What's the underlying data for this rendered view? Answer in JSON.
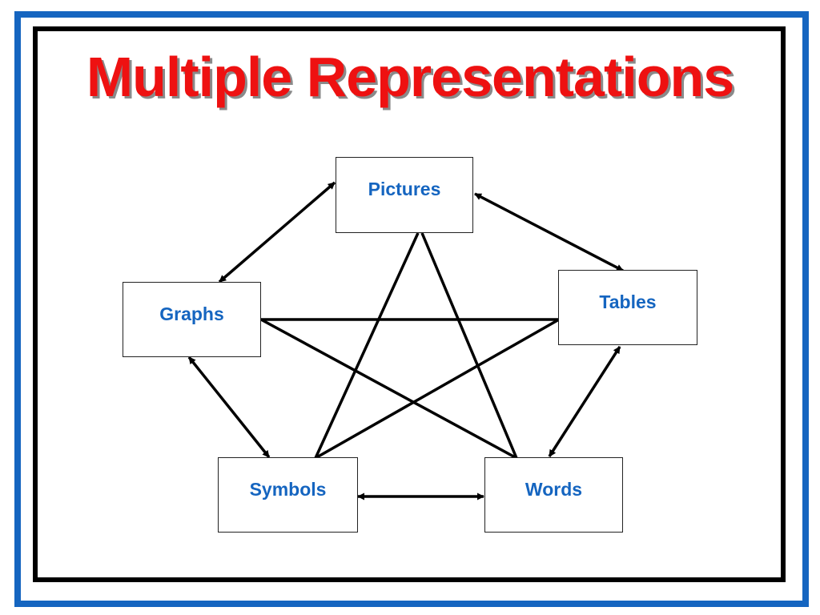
{
  "title": "Multiple Representations",
  "colors": {
    "frame": "#1565C0",
    "title": "#ee1111",
    "label": "#1565C0",
    "line": "#000000"
  },
  "nodes": {
    "pictures": "Pictures",
    "tables": "Tables",
    "graphs": "Graphs",
    "symbols": "Symbols",
    "words": "Words"
  },
  "edges": [
    {
      "from": "pictures",
      "to": "graphs",
      "arrows": "both"
    },
    {
      "from": "pictures",
      "to": "tables",
      "arrows": "both"
    },
    {
      "from": "tables",
      "to": "words",
      "arrows": "both"
    },
    {
      "from": "graphs",
      "to": "symbols",
      "arrows": "both"
    },
    {
      "from": "symbols",
      "to": "words",
      "arrows": "both"
    },
    {
      "from": "pictures",
      "to": "symbols",
      "arrows": "none"
    },
    {
      "from": "pictures",
      "to": "words",
      "arrows": "none"
    },
    {
      "from": "graphs",
      "to": "tables",
      "arrows": "none"
    },
    {
      "from": "graphs",
      "to": "words",
      "arrows": "none"
    },
    {
      "from": "tables",
      "to": "symbols",
      "arrows": "none"
    }
  ]
}
